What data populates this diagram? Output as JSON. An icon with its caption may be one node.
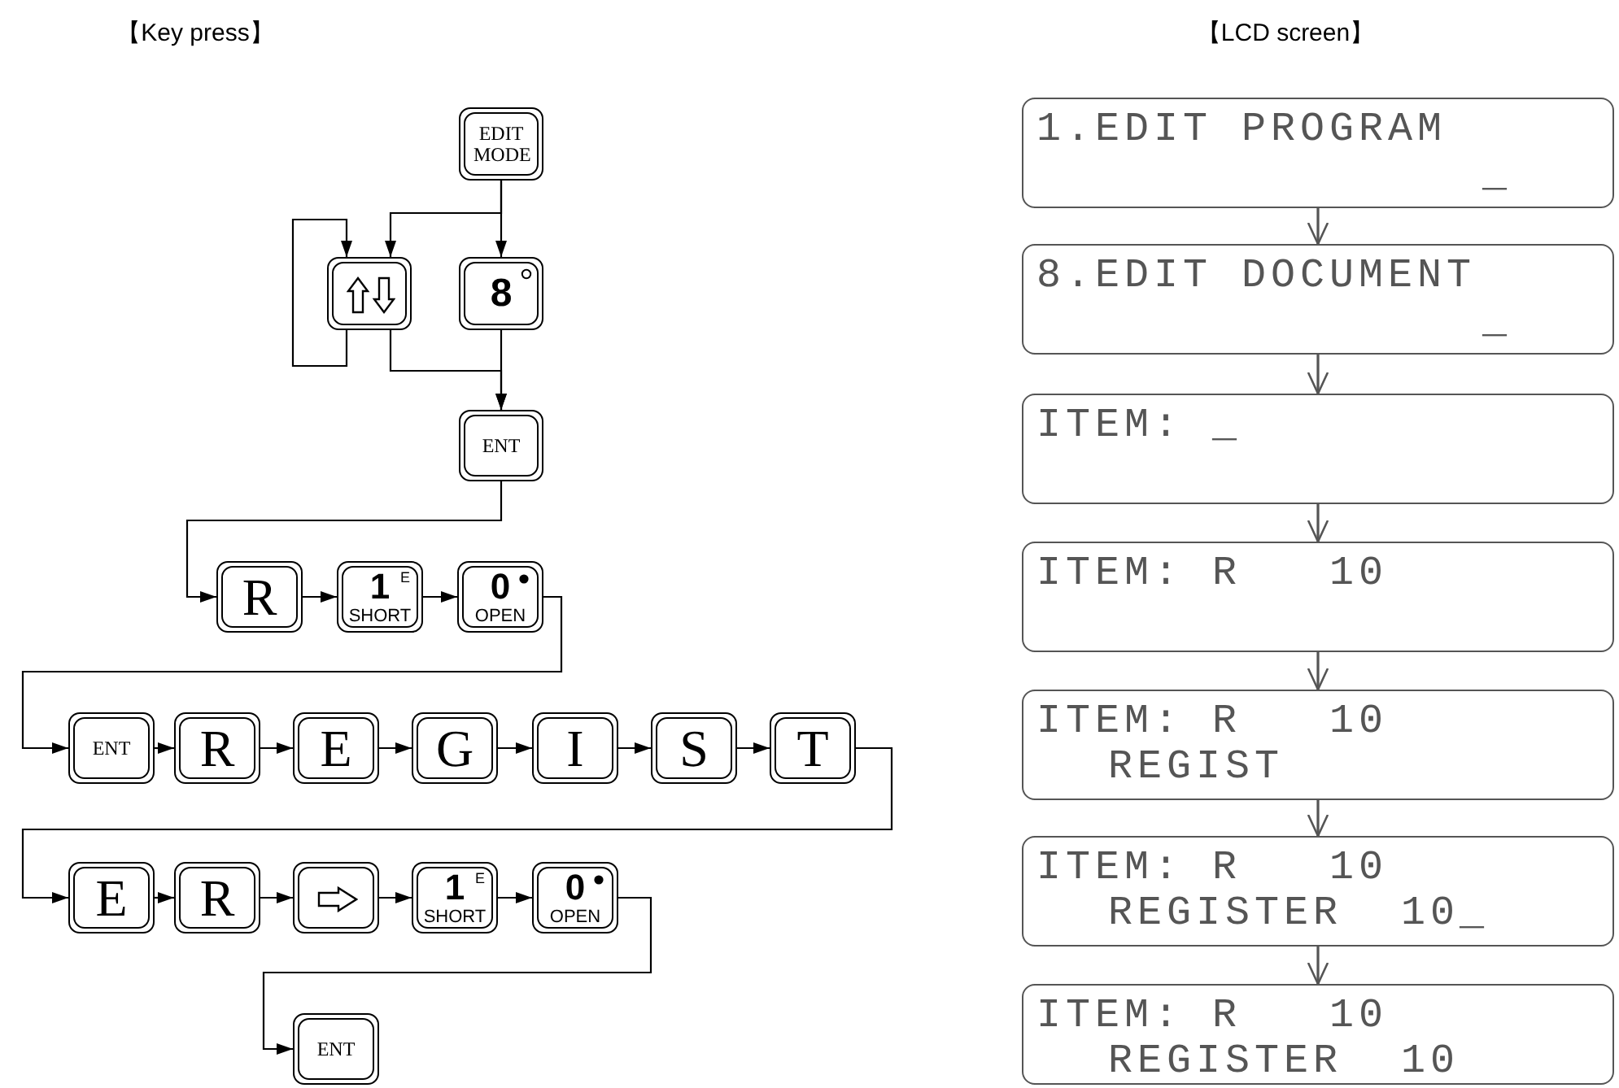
{
  "diagram": {
    "nodes": [
      {
        "text": [
          "EDIT MODE"
        ]
      },
      {
        "text": [],
        "shape": "box"
      },
      {
        "text": [
          "8"
        ]
      },
      {
        "text": [
          "ENT"
        ]
      },
      {
        "text": [
          "R"
        ]
      },
      {
        "text": [
          "1",
          "E",
          "SHORT"
        ]
      },
      {
        "text": [
          "0",
          "OPEN"
        ]
      },
      {
        "text": [
          "ENT"
        ]
      },
      {
        "text": [
          "R"
        ]
      },
      {
        "text": [
          "E"
        ]
      },
      {
        "text": [
          "G"
        ]
      },
      {
        "text": [
          "I"
        ]
      },
      {
        "text": [
          "S"
        ]
      },
      {
        "text": [
          "T"
        ]
      },
      {
        "text": [
          "E"
        ]
      },
      {
        "text": [
          "R"
        ]
      },
      {
        "text": [],
        "shape": "box"
      },
      {
        "text": [
          "1",
          "E",
          "SHORT"
        ]
      },
      {
        "text": [
          "0",
          "OPEN"
        ]
      },
      {
        "text": [
          "ENT"
        ]
      },
      {
        "text": [
          "1.EDIT PROGRAM",
          "_"
        ]
      },
      {
        "text": [
          "8.EDIT DOCUMENT",
          "_"
        ]
      },
      {
        "text": [
          "ITEM: _"
        ]
      },
      {
        "text": [
          "ITEM: R   10"
        ]
      },
      {
        "text": [
          "ITEM: R   10",
          "REGIST"
        ]
      },
      {
        "text": [
          "ITEM: R   10",
          "REGISTER  10_"
        ]
      },
      {
        "text": [
          "ITEM: R   10",
          "REGISTER  10"
        ]
      }
    ],
    "edges": [
      {
        "from": 0,
        "to": 2,
        "arrow": "to"
      },
      {
        "from": 0,
        "to": 1,
        "arrow": "to"
      },
      {
        "from": 1,
        "to": 1,
        "arrow": "to"
      },
      {
        "from": 1,
        "to": 3,
        "arrow": "to"
      },
      {
        "from": 2,
        "to": 3,
        "arrow": "to"
      },
      {
        "from": 3,
        "to": 4,
        "arrow": "to"
      },
      {
        "from": 4,
        "to": 5,
        "arrow": "to"
      },
      {
        "from": 5,
        "to": 6,
        "arrow": "to"
      },
      {
        "from": 6,
        "to": 7,
        "arrow": "to"
      },
      {
        "from": 7,
        "to": 8,
        "arrow": "to"
      },
      {
        "from": 8,
        "to": 9,
        "arrow": "to"
      },
      {
        "from": 9,
        "to": 10,
        "arrow": "to"
      },
      {
        "from": 10,
        "to": 11,
        "arrow": "to"
      },
      {
        "from": 11,
        "to": 12,
        "arrow": "to"
      },
      {
        "from": 12,
        "to": 13,
        "arrow": "to"
      },
      {
        "from": 13,
        "to": 14,
        "arrow": "to"
      },
      {
        "from": 14,
        "to": 15,
        "arrow": "to"
      },
      {
        "from": 15,
        "to": 16,
        "arrow": "to"
      },
      {
        "from": 16,
        "to": 17,
        "arrow": "to"
      },
      {
        "from": 17,
        "to": 18,
        "arrow": "to"
      },
      {
        "from": 18,
        "to": 19,
        "arrow": "to"
      },
      {
        "from": 20,
        "to": 21,
        "arrow": "to"
      },
      {
        "from": 21,
        "to": 22,
        "arrow": "to"
      },
      {
        "from": 22,
        "to": 23,
        "arrow": "to"
      },
      {
        "from": 23,
        "to": 24,
        "arrow": "to"
      },
      {
        "from": 24,
        "to": 25,
        "arrow": "to"
      },
      {
        "from": 25,
        "to": 26,
        "arrow": "to"
      }
    ],
    "labels": [
      "【Key press】",
      "【LCD screen】"
    ]
  }
}
